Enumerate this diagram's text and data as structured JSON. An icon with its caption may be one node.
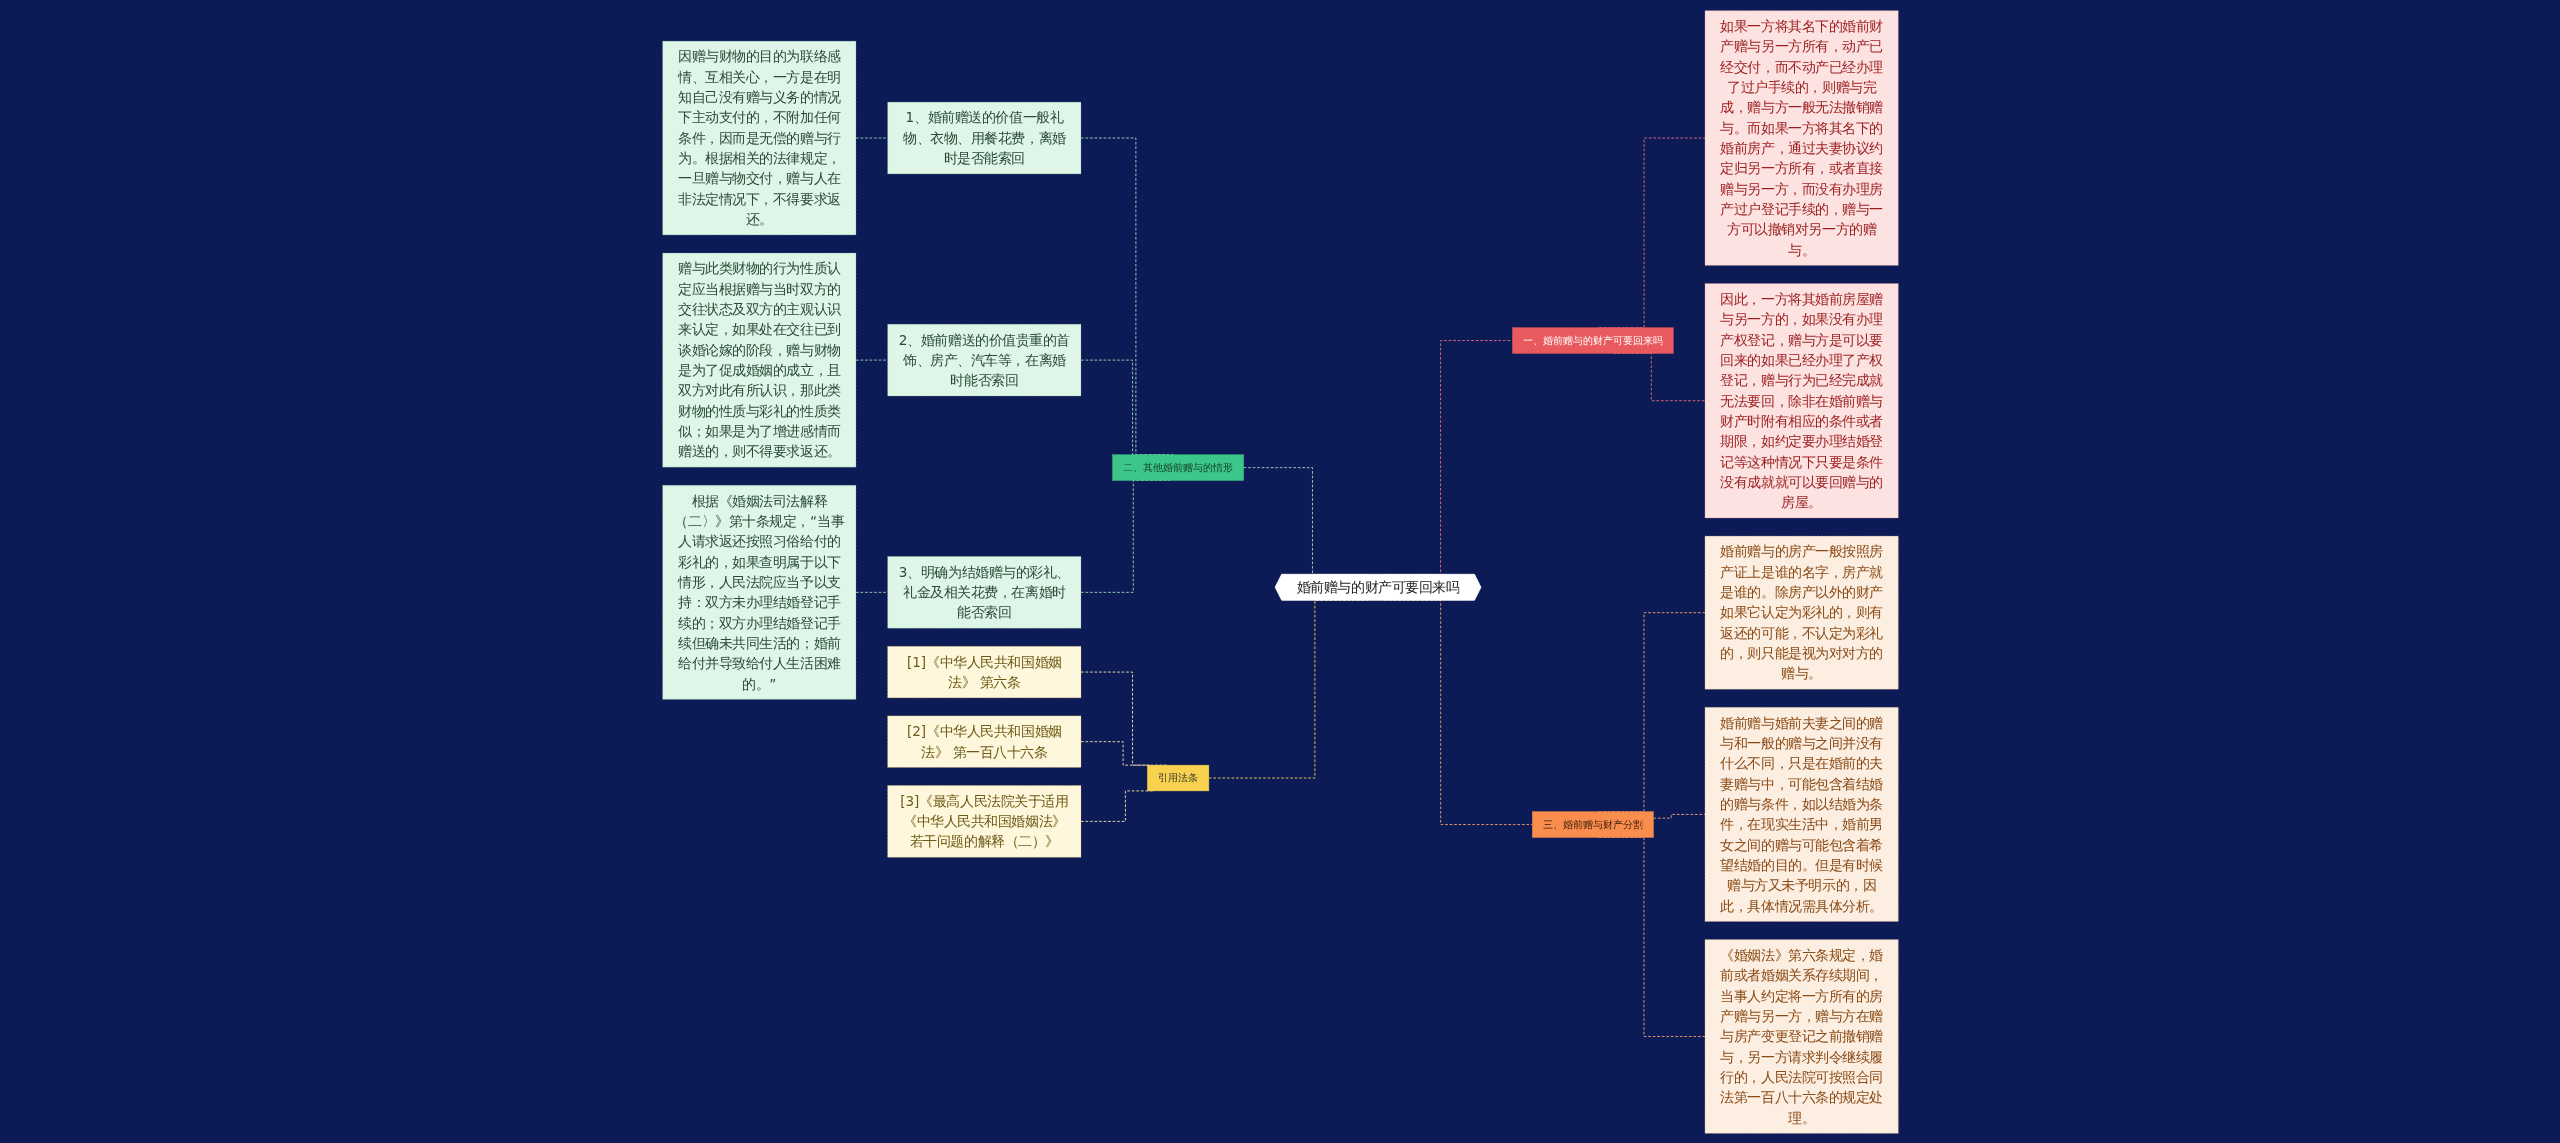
{
  "diagram": {
    "nodes": [
      {
        "text": [
          "婚前赠与的财产可要回来吗"
        ]
      },
      {
        "text": [
          "二、其他婚前赠与的情形"
        ]
      },
      {
        "text": [
          "1、婚前赠送的价值一般礼物、衣物、用餐花费，离婚时是否能索回"
        ]
      },
      {
        "text": [
          "因赠与财物的目的为联络感情、互相关心，一方是在明知自己没有赠与义务的情况下主动支付的，不附加任何条件，因而是无偿的赠与行为。根据相关的法律规定，一旦赠与物交付，赠与人在非法定情况下，不得要求返还。"
        ]
      },
      {
        "text": [
          "2、婚前赠送的价值贵重的首饰、房产、汽车等，在离婚时能否索回"
        ]
      },
      {
        "text": [
          "赠与此类财物的行为性质认定应当根据赠与当时双方的交往状态及双方的主观认识来认定，如果处在交往已到谈婚论嫁的阶段，赠与财物是为了促成婚姻的成立，且双方对此有所认识，那此类财物的性质与彩礼的性质类似；如果是为了增进感情而赠送的，则不得要求返还。"
        ]
      },
      {
        "text": [
          "3、明确为结婚赠与的彩礼、礼金及相关花费，在离婚时能否索回"
        ]
      },
      {
        "text": [
          "根据《婚姻法司法解释（二〉》第十条规定，“当事人请求返还按照习俗给付的彩礼的，如果查明属于以下情形，人民法院应当予以支持：双方未办理结婚登记手续的；双方办理结婚登记手续但确未共同生活的；婚前给付并导致给付人生活困难的。”"
        ]
      },
      {
        "text": [
          "引用法条"
        ]
      },
      {
        "text": [
          "[1]《中华人民共和国婚姻法》 第六条"
        ]
      },
      {
        "text": [
          "[2]《中华人民共和国婚姻法》 第一百八十六条"
        ]
      },
      {
        "text": [
          "[3]《最高人民法院关于适用《中华人民共和国婚姻法》若干问题的解释（二）》"
        ]
      },
      {
        "text": [
          "一、婚前赠与的财产可要回来吗"
        ]
      },
      {
        "text": [
          "如果一方将其名下的婚前财产赠与另一方所有，动产已经交付，而不动产已经办理了过户手续的，则赠与完成，赠与方一般无法撤销赠与。而如果一方将其名下的婚前房产，通过夫妻协议约定归另一方所有，或者直接赠与另一方，而没有办理房产过户登记手续的，赠与一方可以撤销对另一方的赠与。"
        ]
      },
      {
        "text": [
          "因此，一方将其婚前房屋赠与另一方的，如果没有办理产权登记，赠与方是可以要回来的如果已经办理了产权登记，赠与行为已经完成就无法要回，除非在婚前赠与财产时附有相应的条件或者期限，如约定要办理结婚登记等这种情况下只要是条件没有成就就可以要回赠与的房屋。"
        ]
      },
      {
        "text": [
          "三、婚前赠与财产分割"
        ]
      },
      {
        "text": [
          "婚前赠与的房产一般按照房产证上是谁的名字，房产就是谁的。除房产以外的财产如果它认定为彩礼的，则有返还的可能，不认定为彩礼的，则只能是视为对对方的赠与。"
        ]
      },
      {
        "text": [
          "婚前赠与婚前夫妻之间的赠与和一般的赠与之间并没有什么不同，只是在婚前的夫妻赠与中，可能包含着结婚的赠与条件，如以结婚为条件，在现实生活中，婚前男女之间的赠与可能包含着希望结婚的目的。但是有时候赠与方又未予明示的，因此，具体情况需具体分析。"
        ]
      },
      {
        "text": [
          "《婚姻法》第六条规定，婚前或者婚姻关系存续期间，当事人约定将一方所有的房产赠与另一方，赠与方在赠与房产变更登记之前撤销赠与，另一方请求判令继续履行的，人民法院可按照合同法第一百八十六条的规定处理。"
        ]
      }
    ],
    "edges": [
      {
        "from": 1,
        "to": 0,
        "arrow": "none",
        "style": "dashed",
        "color": "#9fd9b5"
      },
      {
        "from": 2,
        "to": 1,
        "arrow": "none",
        "style": "dashed",
        "color": "#9fd9b5"
      },
      {
        "from": 3,
        "to": 2,
        "arrow": "none",
        "style": "dashed",
        "color": "#9fd9b5"
      },
      {
        "from": 4,
        "to": 1,
        "arrow": "none",
        "style": "dashed",
        "color": "#9fd9b5"
      },
      {
        "from": 5,
        "to": 4,
        "arrow": "none",
        "style": "dashed",
        "color": "#9fd9b5"
      },
      {
        "from": 6,
        "to": 1,
        "arrow": "none",
        "style": "dashed",
        "color": "#9fd9b5"
      },
      {
        "from": 7,
        "to": 6,
        "arrow": "none",
        "style": "dashed",
        "color": "#9fd9b5"
      },
      {
        "from": 8,
        "to": 0,
        "arrow": "none",
        "style": "dashed",
        "color": "#f5d45a"
      },
      {
        "from": 9,
        "to": 8,
        "arrow": "none",
        "style": "dashed",
        "color": "#f5e7b0"
      },
      {
        "from": 10,
        "to": 8,
        "arrow": "none",
        "style": "dashed",
        "color": "#f5e7b0"
      },
      {
        "from": 11,
        "to": 8,
        "arrow": "none",
        "style": "dashed",
        "color": "#f5e7b0"
      },
      {
        "from": 0,
        "to": 12,
        "arrow": "none",
        "style": "dashed",
        "color": "#e8707a"
      },
      {
        "from": 12,
        "to": 13,
        "arrow": "none",
        "style": "dashed",
        "color": "#e8707a"
      },
      {
        "from": 12,
        "to": 14,
        "arrow": "none",
        "style": "dashed",
        "color": "#e8707a"
      },
      {
        "from": 0,
        "to": 15,
        "arrow": "none",
        "style": "dashed",
        "color": "#f5a06a"
      },
      {
        "from": 15,
        "to": 16,
        "arrow": "none",
        "style": "dashed",
        "color": "#f5a06a"
      },
      {
        "from": 15,
        "to": 17,
        "arrow": "none",
        "style": "dashed",
        "color": "#f5a06a"
      },
      {
        "from": 15,
        "to": 18,
        "arrow": "none",
        "style": "dashed",
        "color": "#f5a06a"
      }
    ]
  }
}
